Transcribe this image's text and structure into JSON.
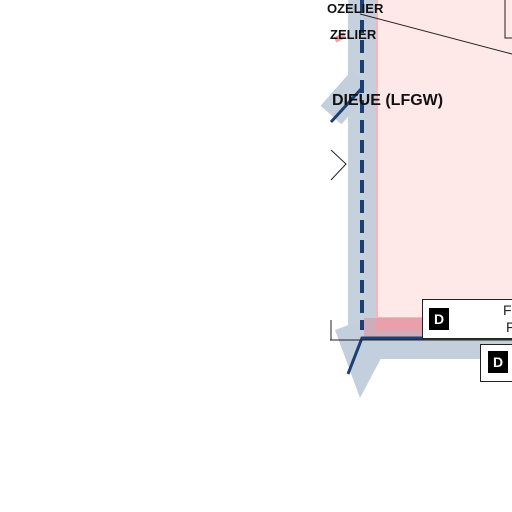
{
  "map": {
    "labels": {
      "label_1": "OZELIER",
      "label_2": "ZELIER",
      "airfield": "DIEUE (LFGW)"
    },
    "badges": {
      "zone_d_1": "D",
      "zone_d_2": "D"
    },
    "box_texts": {
      "box1_top": "F",
      "box1_bottom": "F"
    },
    "colors": {
      "restricted_zone_fill": "#ffe8e8",
      "restricted_zone_border": "#ffb3b8",
      "tma_band": "#c3cfdc",
      "tma_dashed": "#1d3f73"
    }
  }
}
